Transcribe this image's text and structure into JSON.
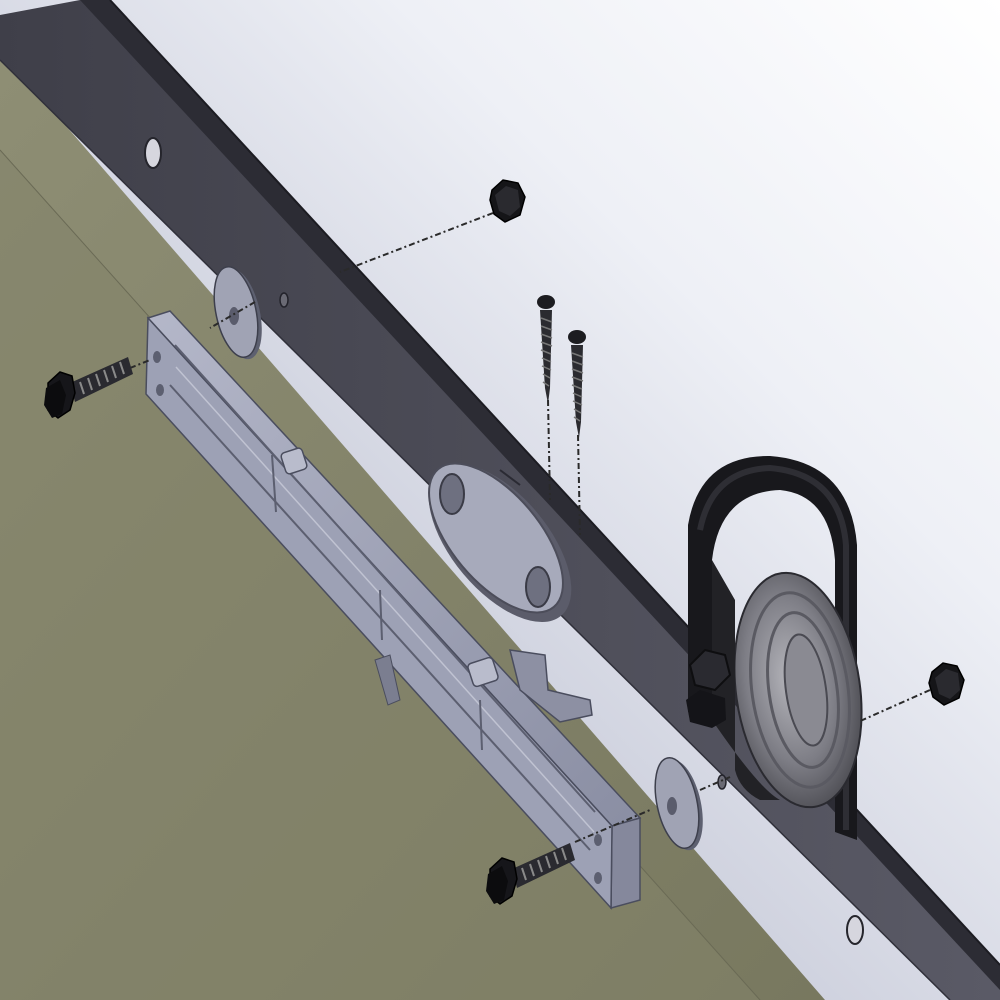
{
  "scene": {
    "background": [
      "#9da2b8",
      "#c9ccda",
      "#eef0f6",
      "#ffffff"
    ],
    "door_panel_color": "#8c8c72",
    "rail_color": "#4d4d58",
    "hardware_color": "#1e1e22",
    "guide_color": "#9da1b5",
    "washer_color": "#a0a3b4",
    "leader_line_color": "#2a2a2a"
  },
  "parts": [
    {
      "key": "rail",
      "icon": "flat-track-rail"
    },
    {
      "key": "door",
      "icon": "door-panel"
    },
    {
      "key": "floor_guide",
      "icon": "floor-guide-channel"
    },
    {
      "key": "roller_hanger",
      "icon": "roller-wheel-hanger"
    },
    {
      "key": "oval_spacer",
      "icon": "oval-spacer-plate"
    },
    {
      "key": "wood_screws",
      "count": 2,
      "icon": "wood-screw"
    },
    {
      "key": "hex_bolts",
      "count": 2,
      "icon": "hex-bolt"
    },
    {
      "key": "cap_nuts",
      "count": 2,
      "icon": "cap-nut"
    },
    {
      "key": "washers",
      "count": 2,
      "icon": "spacer-washer"
    }
  ]
}
